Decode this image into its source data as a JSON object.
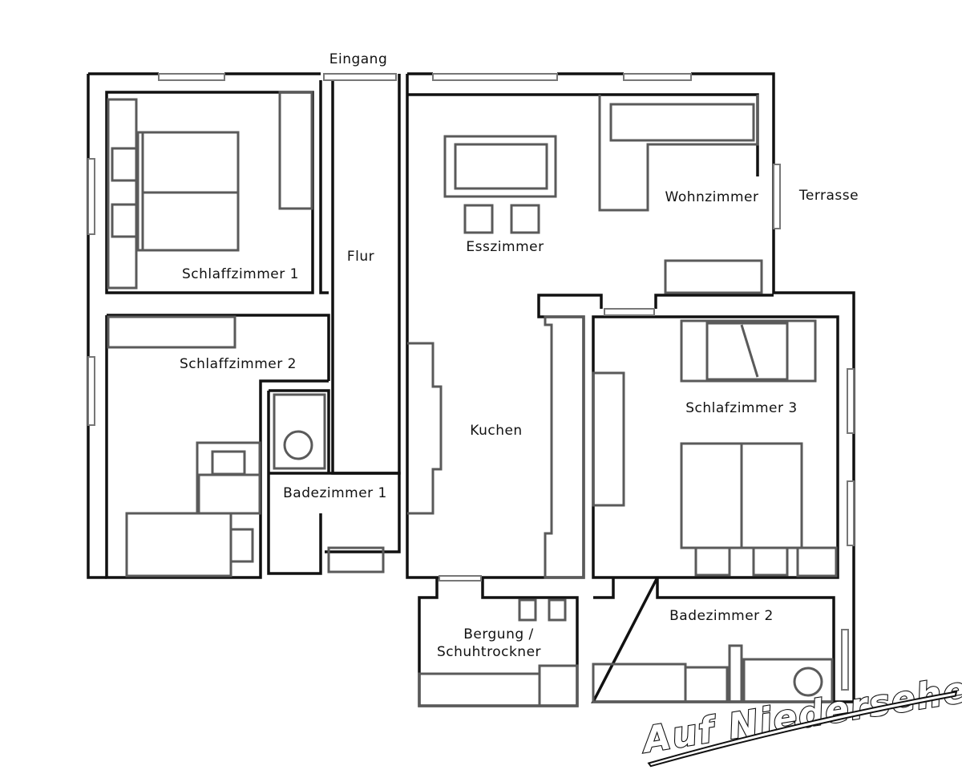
{
  "plan": {
    "labels": {
      "eingang": "Eingang",
      "schlafzimmer1": "Schlaffzimmer 1",
      "flur": "Flur",
      "esszimmer": "Esszimmer",
      "wohnzimmer": "Wohnzimmer",
      "terrasse": "Terrasse",
      "schlafzimmer2": "Schlaffzimmer 2",
      "kuchen": "Kuchen",
      "schlafzimmer3": "Schlafzimmer 3",
      "badezimmer1": "Badezimmer 1",
      "bergung_line1": "Bergung /",
      "bergung_line2": "Schuhtrockner",
      "badezimmer2": "Badezimmer 2"
    },
    "logo": "Auf Niedersehen!",
    "colors": {
      "wall": "#111111",
      "furniture": "#5a5a5a"
    }
  }
}
